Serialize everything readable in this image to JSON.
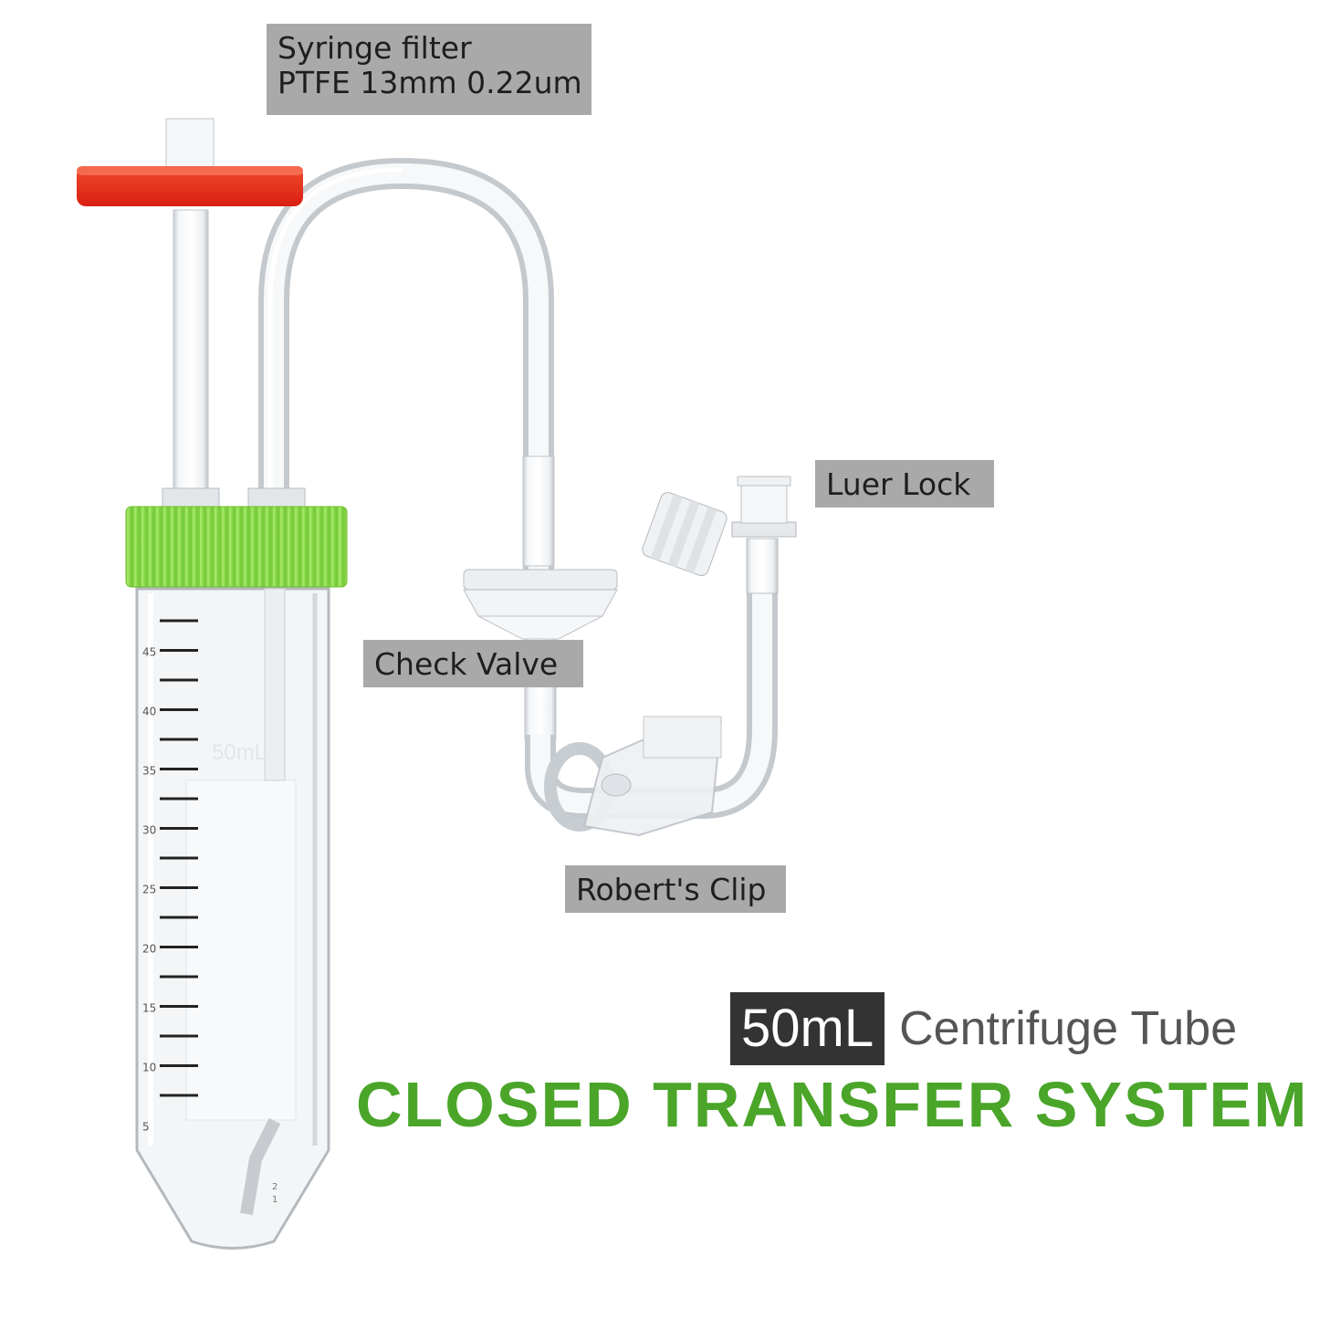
{
  "labels": {
    "syringe_filter_line1": "Syringe filter",
    "syringe_filter_line2": "PTFE 13mm 0.22um",
    "luer_lock": "Luer Lock",
    "check_valve": "Check Valve",
    "roberts_clip": "Robert's Clip"
  },
  "tube": {
    "volume_mark": "50mL",
    "graduations": [
      "45",
      "40",
      "35",
      "30",
      "25",
      "20",
      "15",
      "10",
      "5"
    ],
    "tip_marks": [
      "2",
      "1"
    ]
  },
  "title": {
    "volume": "50mL",
    "rest": "Centrifuge Tube",
    "main": "CLOSED TRANSFER SYSTEM"
  },
  "colors": {
    "filter_red": "#e8281a",
    "cap_green": "#8fe04e",
    "title_green": "#4aa529",
    "label_bg": "#a9a9a9",
    "dark_box": "#333333"
  }
}
